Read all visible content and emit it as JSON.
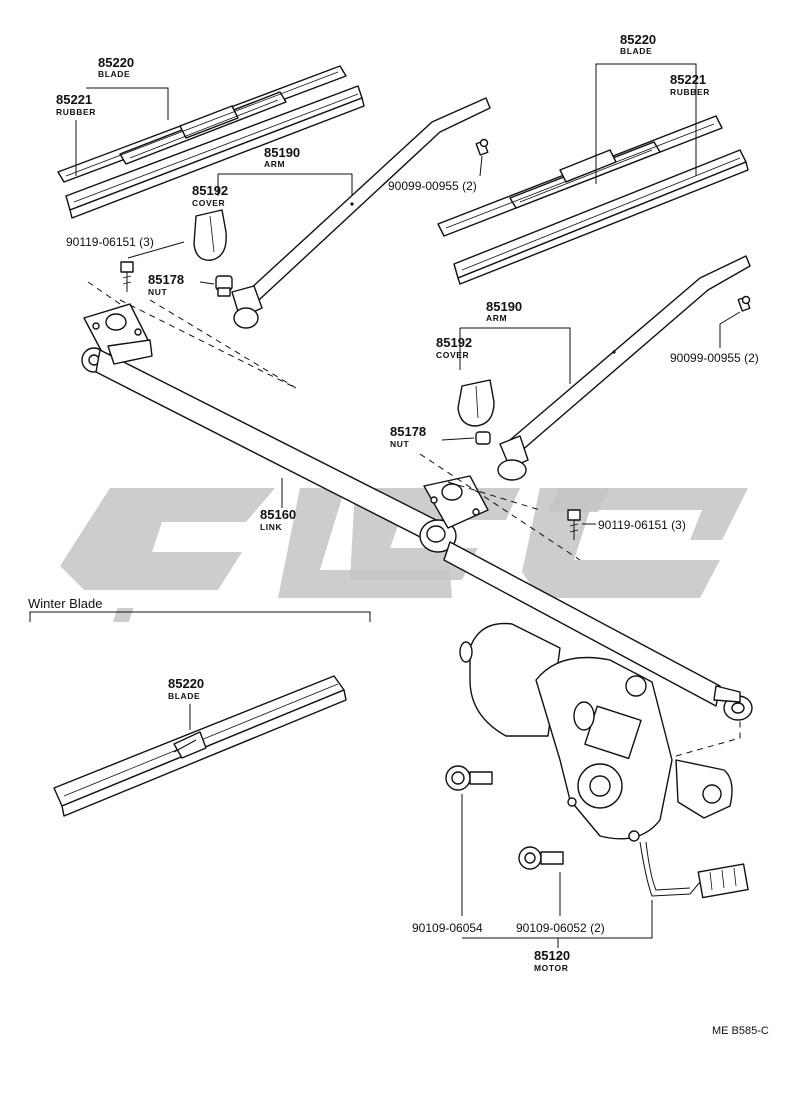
{
  "labels": {
    "blade_85220_left": "85220",
    "blade_left_sub": "BLADE",
    "rubber_85221_left": "85221",
    "rubber_left_sub": "RUBBER",
    "arm_85190_left": "85190",
    "arm_left_sub": "ARM",
    "cover_85192_left": "85192",
    "cover_left_sub": "COVER",
    "bolt_left": "90119-06151 (3)",
    "nut_85178_left": "85178",
    "nut_left_sub": "NUT",
    "screw_left": "90099-00955 (2)",
    "blade_85220_right": "85220",
    "blade_right_sub": "BLADE",
    "rubber_85221_right": "85221",
    "rubber_right_sub": "RUBBER",
    "arm_85190_right": "85190",
    "arm_right_sub": "ARM",
    "cover_85192_right": "85192",
    "cover_right_sub": "COVER",
    "screw_right": "90099-00955 (2)",
    "nut_85178_right": "85178",
    "nut_right_sub": "NUT",
    "bolt_right": "90119-06151 (3)",
    "link_85160": "85160",
    "link_sub": "LINK",
    "winter_blade_title": "Winter Blade",
    "winter_blade_85220": "85220",
    "winter_blade_sub": "BLADE",
    "motor_bolt_1": "90109-06054",
    "motor_bolt_2": "90109-06052 (2)",
    "motor_85120": "85120",
    "motor_sub": "MOTOR",
    "diagram_code": "ME B585-C"
  },
  "colors": {
    "line": "#111111",
    "watermark": "#c4c4c4",
    "background": "#ffffff"
  }
}
